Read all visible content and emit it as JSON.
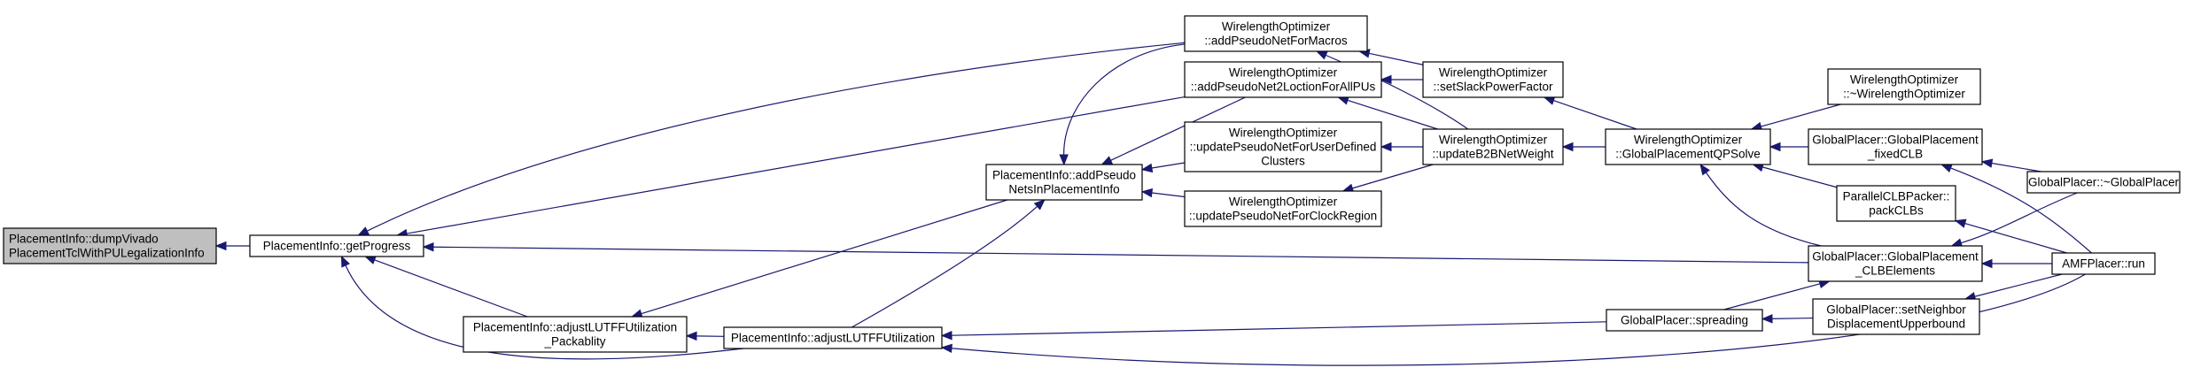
{
  "colors": {
    "node_fill": "#ffffff",
    "focus_fill": "#bfbfbf",
    "node_border": "#000000",
    "edge": "#191970"
  },
  "nodes": [
    {
      "id": "dump",
      "lines": [
        "PlacementInfo::dumpVivado",
        "PlacementTclWithPULegalizationInfo"
      ],
      "focus": true
    },
    {
      "id": "getProgress",
      "lines": [
        "PlacementInfo::getProgress"
      ]
    },
    {
      "id": "adjPack",
      "lines": [
        "PlacementInfo::adjustLUTFFUtilization",
        "_Packablity"
      ]
    },
    {
      "id": "adj",
      "lines": [
        "PlacementInfo::adjustLUTFFUtilization"
      ]
    },
    {
      "id": "addPseudoNets",
      "lines": [
        "PlacementInfo::addPseudo",
        "NetsInPlacementInfo"
      ]
    },
    {
      "id": "wlMacros",
      "lines": [
        "WirelengthOptimizer",
        "::addPseudoNetForMacros"
      ]
    },
    {
      "id": "wl2Loc",
      "lines": [
        "WirelengthOptimizer",
        "::addPseudoNet2LoctionForAllPUs"
      ]
    },
    {
      "id": "wlUserDef",
      "lines": [
        "WirelengthOptimizer",
        "::updatePseudoNetForUserDefined",
        "Clusters"
      ]
    },
    {
      "id": "wlClock",
      "lines": [
        "WirelengthOptimizer",
        "::updatePseudoNetForClockRegion"
      ]
    },
    {
      "id": "wlSlack",
      "lines": [
        "WirelengthOptimizer",
        "::setSlackPowerFactor"
      ]
    },
    {
      "id": "wlB2B",
      "lines": [
        "WirelengthOptimizer",
        "::updateB2BNetWeight"
      ]
    },
    {
      "id": "wlQP",
      "lines": [
        "WirelengthOptimizer",
        "::GlobalPlacementQPSolve"
      ]
    },
    {
      "id": "wlDtor",
      "lines": [
        "WirelengthOptimizer",
        "::~WirelengthOptimizer"
      ]
    },
    {
      "id": "gpFixed",
      "lines": [
        "GlobalPlacer::GlobalPlacement",
        "_fixedCLB"
      ]
    },
    {
      "id": "pcPack",
      "lines": [
        "ParallelCLBPacker::",
        "packCLBs"
      ]
    },
    {
      "id": "gpCLB",
      "lines": [
        "GlobalPlacer::GlobalPlacement",
        "_CLBElements"
      ]
    },
    {
      "id": "gpSpread",
      "lines": [
        "GlobalPlacer::spreading"
      ]
    },
    {
      "id": "gpNeighbor",
      "lines": [
        "GlobalPlacer::setNeighbor",
        "DisplacementUpperbound"
      ]
    },
    {
      "id": "gpDtor",
      "lines": [
        "GlobalPlacer::~GlobalPlacer"
      ]
    },
    {
      "id": "amfRun",
      "lines": [
        "AMFPlacer::run"
      ]
    }
  ],
  "edges": [
    {
      "from": "getProgress",
      "to": "dump"
    },
    {
      "from": "adjPack",
      "to": "getProgress"
    },
    {
      "from": "adj",
      "to": "getProgress"
    },
    {
      "from": "wlMacros",
      "to": "getProgress"
    },
    {
      "from": "wl2Loc",
      "to": "getProgress"
    },
    {
      "from": "gpCLB",
      "to": "getProgress"
    },
    {
      "from": "addPseudoNets",
      "to": "adjPack"
    },
    {
      "from": "adj",
      "to": "adjPack"
    },
    {
      "from": "gpSpread",
      "to": "adj"
    },
    {
      "from": "amfRun",
      "to": "adj"
    },
    {
      "from": "adj",
      "to": "addPseudoNets"
    },
    {
      "from": "wlMacros",
      "to": "addPseudoNets"
    },
    {
      "from": "wl2Loc",
      "to": "addPseudoNets"
    },
    {
      "from": "wlUserDef",
      "to": "addPseudoNets"
    },
    {
      "from": "wlClock",
      "to": "addPseudoNets"
    },
    {
      "from": "wlSlack",
      "to": "wlMacros"
    },
    {
      "from": "wlB2B",
      "to": "wlMacros"
    },
    {
      "from": "wlSlack",
      "to": "wl2Loc"
    },
    {
      "from": "wlB2B",
      "to": "wl2Loc"
    },
    {
      "from": "wlB2B",
      "to": "wlUserDef"
    },
    {
      "from": "wlB2B",
      "to": "wlClock"
    },
    {
      "from": "wlQP",
      "to": "wlSlack"
    },
    {
      "from": "wlQP",
      "to": "wlB2B"
    },
    {
      "from": "wlDtor",
      "to": "wlQP"
    },
    {
      "from": "gpFixed",
      "to": "wlQP"
    },
    {
      "from": "pcPack",
      "to": "wlQP"
    },
    {
      "from": "gpCLB",
      "to": "wlQP"
    },
    {
      "from": "gpDtor",
      "to": "gpFixed"
    },
    {
      "from": "amfRun",
      "to": "gpFixed"
    },
    {
      "from": "amfRun",
      "to": "pcPack"
    },
    {
      "from": "gpDtor",
      "to": "gpCLB"
    },
    {
      "from": "amfRun",
      "to": "gpCLB"
    },
    {
      "from": "gpSpread",
      "to": "gpCLB"
    },
    {
      "from": "gpNeighbor",
      "to": "gpSpread"
    },
    {
      "from": "amfRun",
      "to": "gpNeighbor"
    }
  ]
}
